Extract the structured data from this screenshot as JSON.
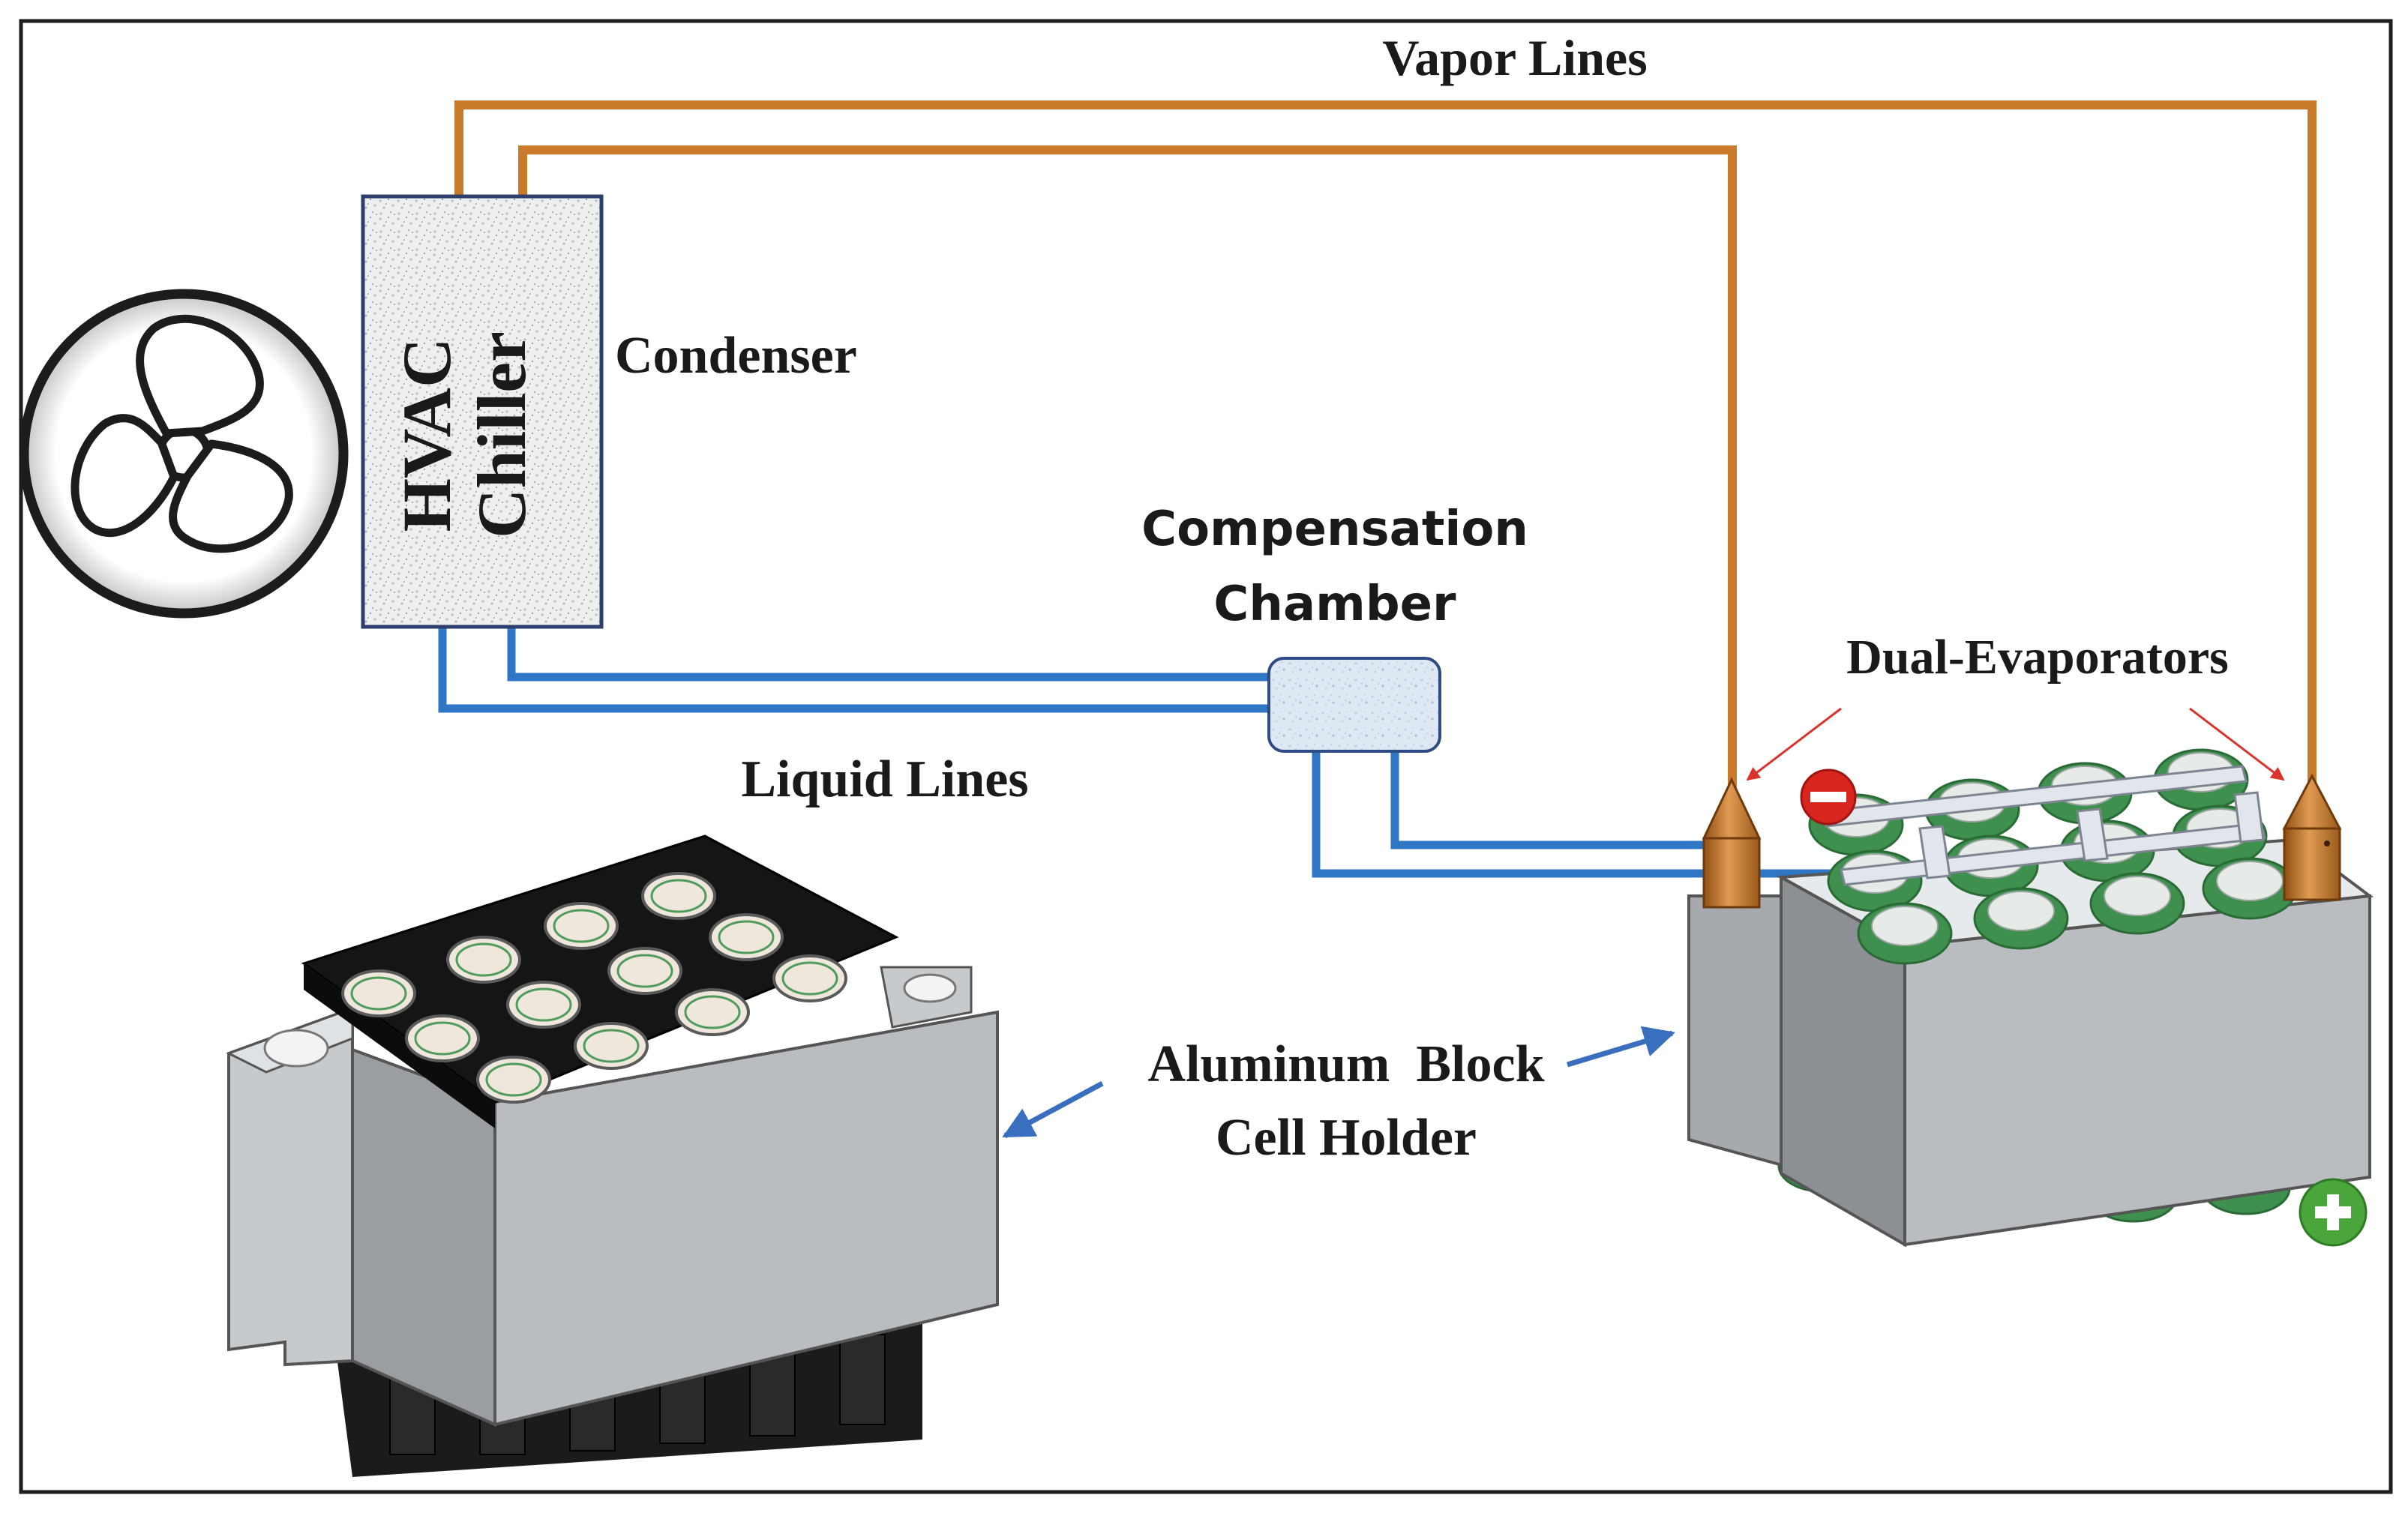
{
  "labels": {
    "vapor_lines": "Vapor Lines",
    "condenser": "Condenser",
    "hvac": "HVAC",
    "chiller": "Chiller",
    "compensation_line1": "Compensation",
    "compensation_line2": "Chamber",
    "dual_evaporators": "Dual-Evaporators",
    "liquid_lines": "Liquid Lines",
    "aluminum_line1": "Aluminum  Block",
    "aluminum_line2": "Cell Holder"
  },
  "icons": {
    "fan": "fan-icon",
    "negative_terminal": "minus-circle-icon",
    "positive_terminal": "plus-circle-icon"
  },
  "colors": {
    "vapor_line": "#c97a2a",
    "liquid_line": "#2f77c5",
    "arrow_blue": "#3a6fc0",
    "arrow_red": "#d9342b",
    "aluminum": "#b9bcc0",
    "cell_green": "#3f8f4f",
    "evaporator_copper": "#c9782e",
    "negative": "#d8261f",
    "positive": "#4aa63a"
  }
}
